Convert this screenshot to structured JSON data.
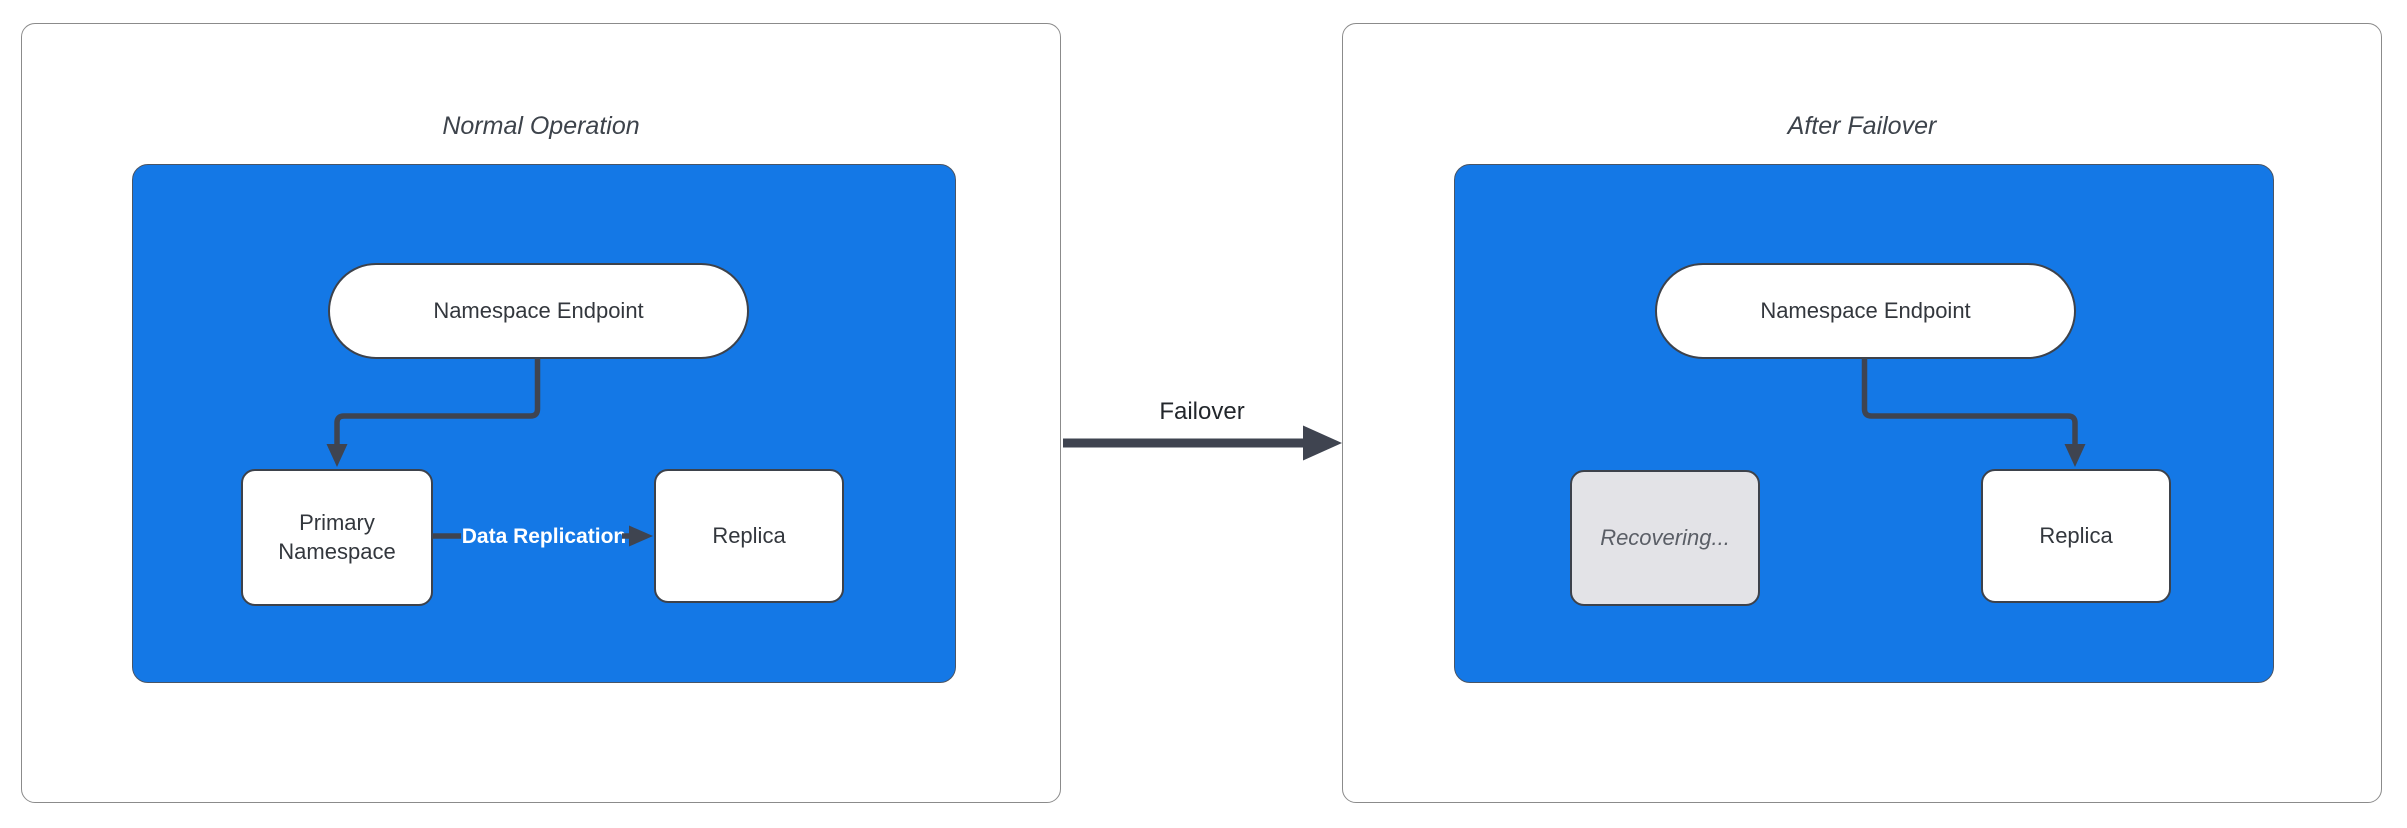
{
  "panels": [
    {
      "title": "Normal Operation",
      "nodes": {
        "endpoint": "Namespace Endpoint",
        "primary": "Primary\nNamespace",
        "replica": "Replica"
      },
      "edge_label": "Data Replication"
    },
    {
      "title": "After Failover",
      "nodes": {
        "endpoint": "Namespace Endpoint",
        "recovering": "Recovering...",
        "replica": "Replica"
      }
    }
  ],
  "transition_label": "Failover",
  "colors": {
    "blue": "#1478E6",
    "blue-border": "#4a5565",
    "arrow": "#3F4450",
    "panel-border": "#8B8B8B",
    "node-border": "#3D424B",
    "node-text": "#33373D",
    "title-text": "#3D434B",
    "recovering-bg": "#E3E3E7",
    "recovering-text": "#5A5E66",
    "label-on-blue": "#FFFFFF"
  }
}
